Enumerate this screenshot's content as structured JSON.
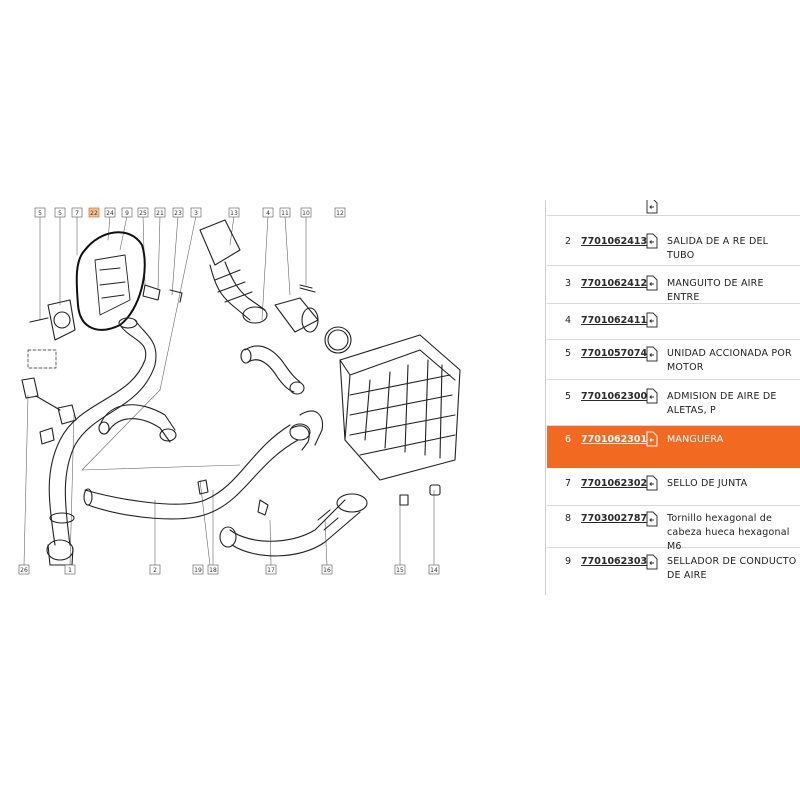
{
  "callouts": [
    "5",
    "5",
    "7",
    "22",
    "24",
    "9",
    "25",
    "21",
    "23",
    "3",
    "13",
    "4",
    "11",
    "10",
    "12",
    "26",
    "1",
    "2",
    "19",
    "18",
    "17",
    "16",
    "15",
    "14"
  ],
  "parts": [
    {
      "num": "",
      "code": "",
      "desc": "",
      "partial": true
    },
    {
      "num": "2",
      "code": "7701062413",
      "desc": "SALIDA DE A RE DEL TUBO"
    },
    {
      "num": "3",
      "code": "7701062412",
      "desc": "MANGUITO DE AIRE ENTRE"
    },
    {
      "num": "4",
      "code": "7701062411",
      "desc": ""
    },
    {
      "num": "5",
      "code": "7701057074",
      "desc": "UNIDAD ACCIONADA POR MOTOR"
    },
    {
      "num": "5",
      "code": "7701062300",
      "desc": "ADMISION DE AIRE DE ALETAS, P"
    },
    {
      "num": "6",
      "code": "7701062301",
      "desc": "MANGUERA",
      "active": true
    },
    {
      "num": "7",
      "code": "7701062302",
      "desc": "SELLO DE JUNTA"
    },
    {
      "num": "8",
      "code": "7703002787",
      "desc": "Tornillo hexagonal de cabeza hueca hexagonal M6"
    },
    {
      "num": "9",
      "code": "7701062303",
      "desc": "SELLADOR DE CONDUCTO DE AIRE"
    }
  ],
  "colors": {
    "accent": "#f26a21"
  },
  "icons": {
    "part": "cart-arrow-icon"
  }
}
